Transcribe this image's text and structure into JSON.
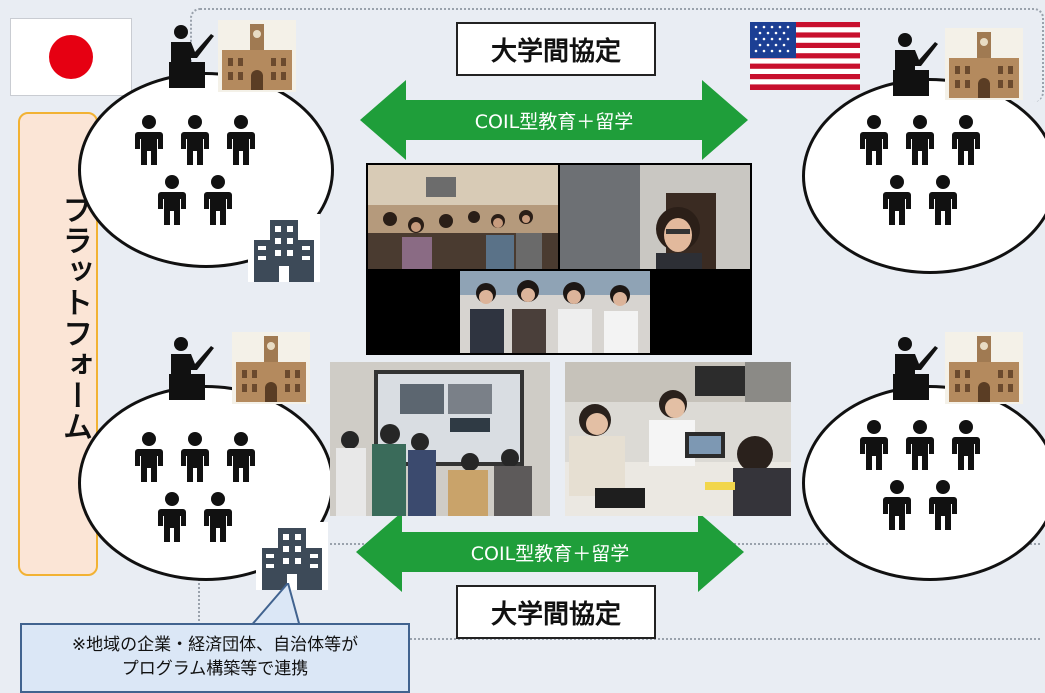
{
  "flags": {
    "left": "japan-flag",
    "right": "usa-flag"
  },
  "platform": {
    "label": "プラットフォーム"
  },
  "top_row": {
    "agreement_label": "大学間協定",
    "arrow_label": "COIL型教育＋留学"
  },
  "bottom_row": {
    "agreement_label": "大学間協定",
    "arrow_label": "COIL型教育＋留学"
  },
  "note": {
    "line1": "※地域の企業・経済団体、自治体等が",
    "line2": "プログラム構築等で連携"
  },
  "colors": {
    "arrow_green": "#1f9e3a",
    "platform_fill": "#fbe5d6",
    "platform_border": "#f2b233",
    "note_fill": "#dbe7f6",
    "note_border": "#41638f",
    "japan_red": "#e60012",
    "background": "#e9edf3"
  },
  "icons": [
    "teacher-icon",
    "university-building-icon",
    "students-icon",
    "company-building-icon"
  ]
}
